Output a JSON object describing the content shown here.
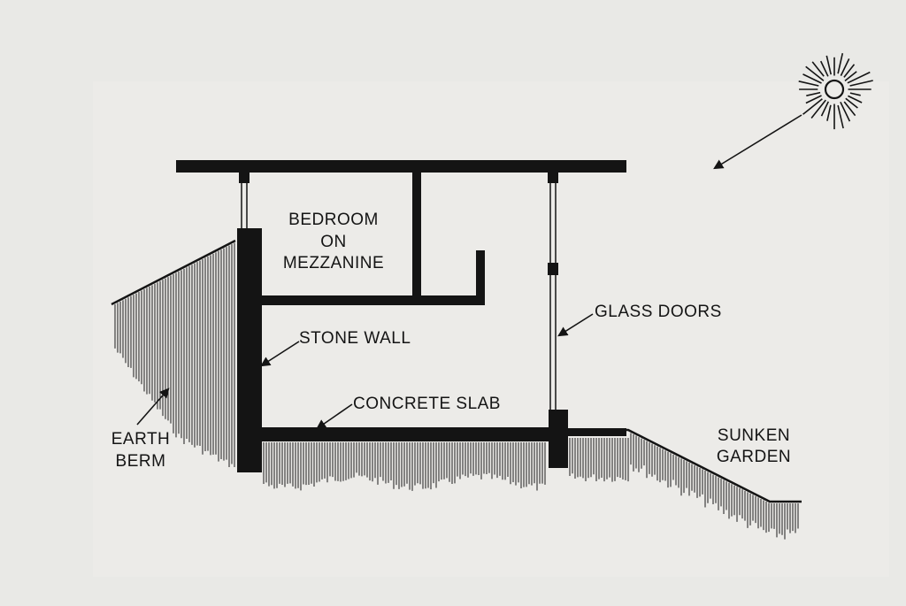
{
  "labels": {
    "bedroom_line1": "BEDROOM",
    "bedroom_line2": "ON",
    "bedroom_line3": "MEZZANINE",
    "stone_wall": "STONE WALL",
    "glass_doors": "GLASS DOORS",
    "concrete_slab": "CONCRETE SLAB",
    "earth_line1": "EARTH",
    "earth_line2": "BERM",
    "sunken_line1": "SUNKEN",
    "sunken_line2": "GARDEN"
  },
  "colors": {
    "background": "#e9e9e6",
    "ink": "#141414"
  },
  "icons": [
    "sun-icon",
    "sun-ray-arrow"
  ]
}
